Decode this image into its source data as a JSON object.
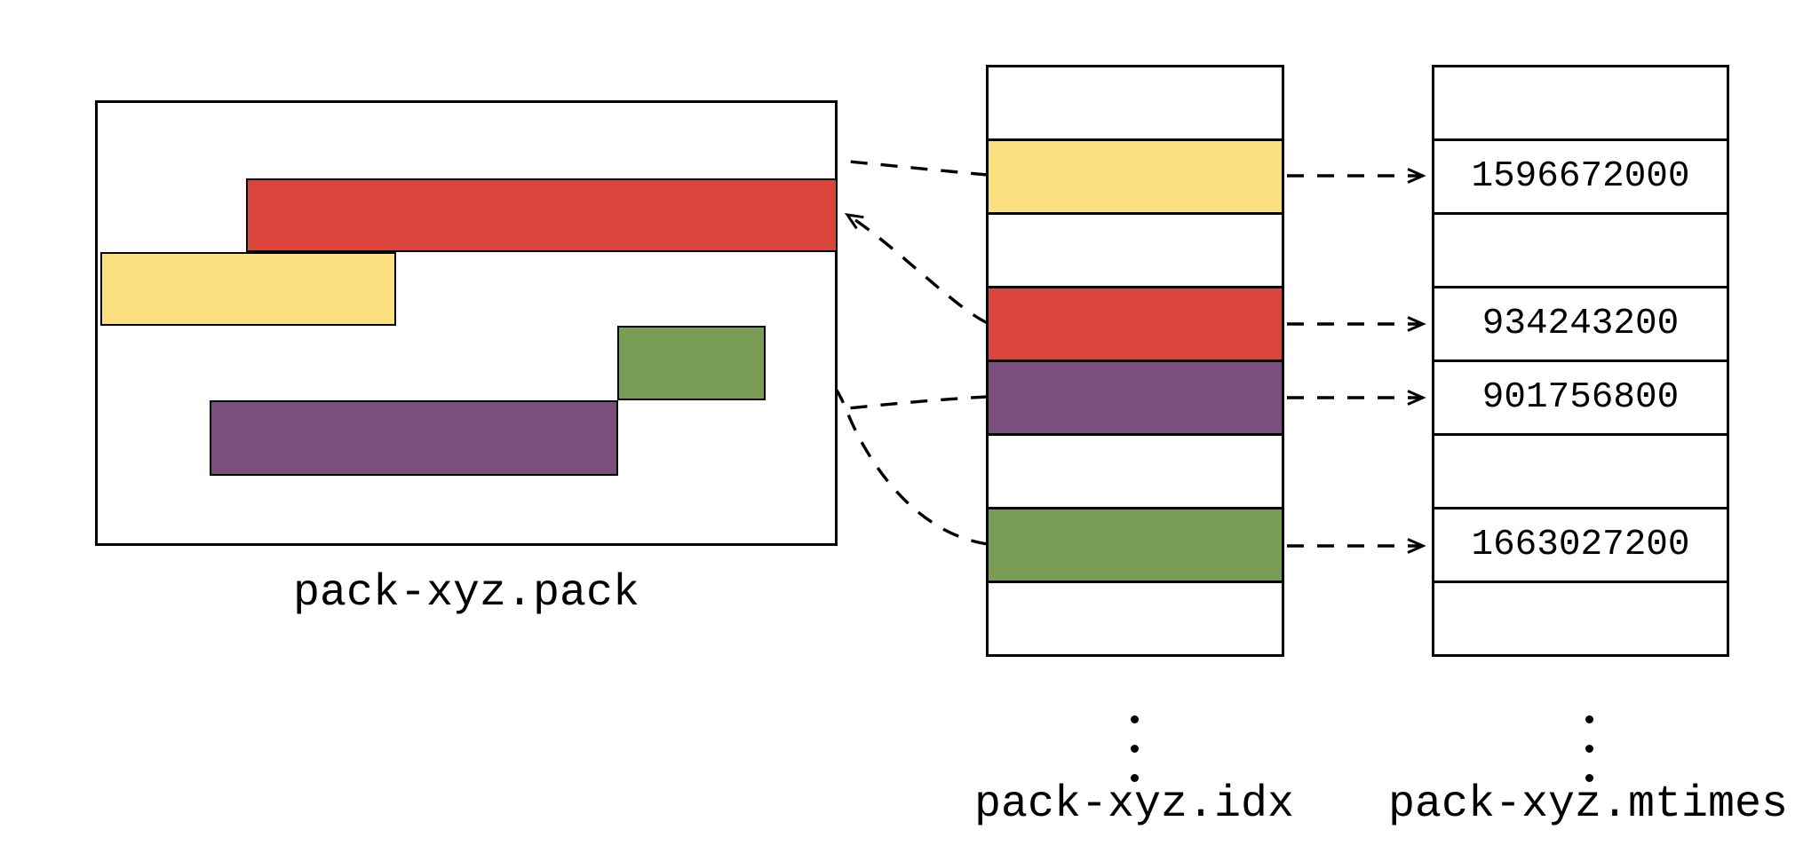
{
  "palette": {
    "yellow": "#fcdf7e",
    "red": "#d9453a",
    "purple": "#7a4e7d",
    "green": "#7a9d55",
    "line": "#000000"
  },
  "pack_file": {
    "label": "pack-xyz.pack",
    "objects": [
      {
        "id": "red"
      },
      {
        "id": "yellow"
      },
      {
        "id": "green"
      },
      {
        "id": "purple"
      }
    ]
  },
  "idx_file": {
    "label": "pack-xyz.idx",
    "rows": [
      {
        "entry": null
      },
      {
        "entry": "yellow"
      },
      {
        "entry": null
      },
      {
        "entry": "red"
      },
      {
        "entry": "purple"
      },
      {
        "entry": null
      },
      {
        "entry": "green"
      },
      {
        "entry": null
      }
    ]
  },
  "mtimes_file": {
    "label": "pack-xyz.mtimes",
    "values": [
      "",
      "1596672000",
      "",
      "934243200",
      "901756800",
      "",
      "1663027200",
      ""
    ]
  },
  "links": {
    "offset_arrows": [
      {
        "from_row": 1,
        "to_object": "yellow"
      },
      {
        "from_row": 3,
        "to_object": "red"
      },
      {
        "from_row": 4,
        "to_object": "purple"
      },
      {
        "from_row": 6,
        "to_object": "green"
      }
    ],
    "mtime_arrows": [
      {
        "from_row": 1,
        "to_row": 1
      },
      {
        "from_row": 3,
        "to_row": 3
      },
      {
        "from_row": 4,
        "to_row": 4
      },
      {
        "from_row": 6,
        "to_row": 6
      }
    ]
  }
}
